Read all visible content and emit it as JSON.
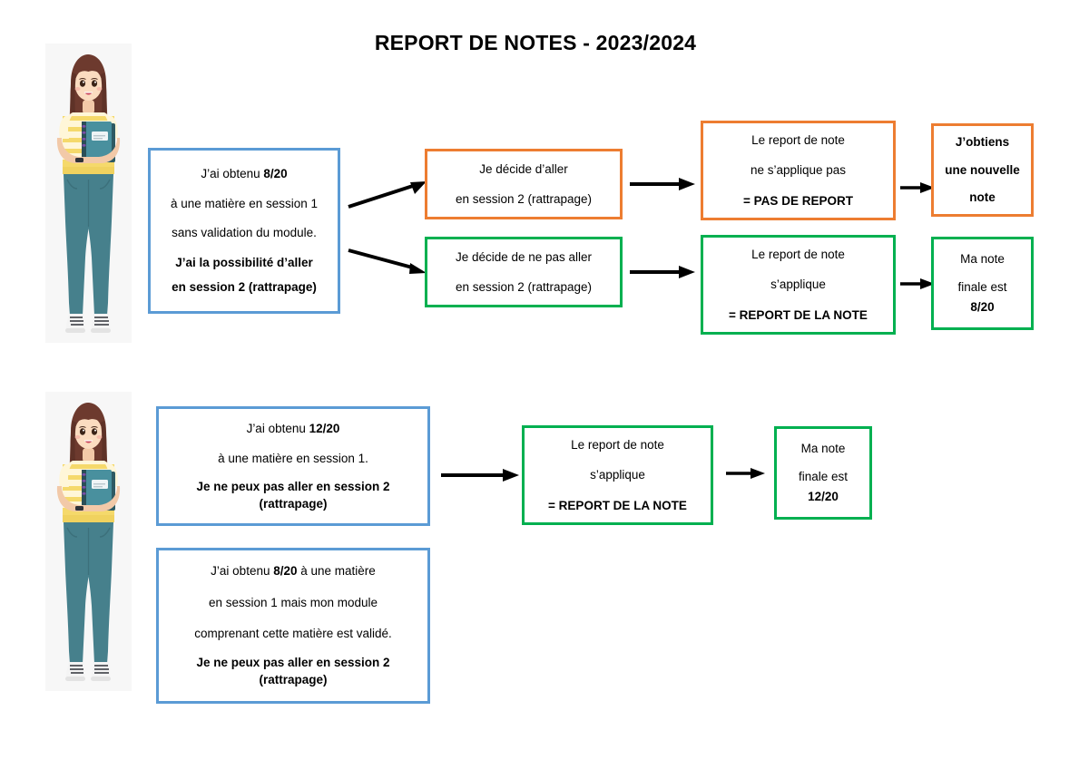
{
  "page": {
    "title": "REPORT DE NOTES - 2023/2024",
    "colors": {
      "blue": "#5B9BD5",
      "orange": "#ED7D31",
      "green": "#00B050",
      "arrow": "#000000",
      "background": "#FFFFFF"
    }
  },
  "illustrations": [
    {
      "name": "student-girl-illustration-top",
      "alt": "Jeune étudiante tenant un cahier"
    },
    {
      "name": "student-girl-illustration-bottom",
      "alt": "Jeune étudiante tenant un cahier"
    }
  ],
  "row1": {
    "start": {
      "border": "blue",
      "lines": [
        {
          "text": "J’ai obtenu ",
          "bold": false,
          "suffix": "8/20",
          "suffix_bold": true
        },
        {
          "text": "à une matière en session 1",
          "bold": false
        },
        {
          "text": "sans validation du module.",
          "bold": false
        },
        {
          "text": "J’ai la possibilité d’aller",
          "bold": true
        },
        {
          "text": "en session 2 (rattrapage)",
          "bold": true
        }
      ]
    },
    "branch_a": {
      "choice": {
        "border": "orange",
        "lines": [
          {
            "text": "Je décide d’aller",
            "bold": false
          },
          {
            "text": "en session 2 (rattrapage)",
            "bold": false
          }
        ]
      },
      "rule": {
        "border": "orange",
        "lines": [
          {
            "text": "Le report de note",
            "bold": false
          },
          {
            "text": "ne s’applique pas",
            "bold": false
          },
          {
            "text": "= PAS DE REPORT",
            "bold": true
          }
        ]
      },
      "result": {
        "border": "orange",
        "lines": [
          {
            "text": "J’obtiens",
            "bold": true
          },
          {
            "text": "une nouvelle",
            "bold": true
          },
          {
            "text": "note",
            "bold": true
          }
        ]
      }
    },
    "branch_b": {
      "choice": {
        "border": "green",
        "lines": [
          {
            "text": "Je décide de ne pas aller",
            "bold": false
          },
          {
            "text": "en session 2 (rattrapage)",
            "bold": false
          }
        ]
      },
      "rule": {
        "border": "green",
        "lines": [
          {
            "text": "Le report de note",
            "bold": false
          },
          {
            "text": "s’applique",
            "bold": false
          },
          {
            "text": "= REPORT DE LA NOTE",
            "bold": true
          }
        ]
      },
      "result": {
        "border": "green",
        "lines": [
          {
            "text": "Ma note",
            "bold": false
          },
          {
            "text": "finale est",
            "bold": false
          },
          {
            "text": "8/20",
            "bold": true
          }
        ]
      }
    }
  },
  "row2": {
    "start_a": {
      "border": "blue",
      "lines": [
        {
          "text": "J’ai obtenu ",
          "bold": false,
          "suffix": "12/20",
          "suffix_bold": true
        },
        {
          "text": "à une matière en session 1.",
          "bold": false
        },
        {
          "text": "Je ne peux pas aller en session 2",
          "bold": true
        },
        {
          "text": "(rattrapage)",
          "bold": true
        }
      ]
    },
    "start_b": {
      "border": "blue",
      "lines": [
        {
          "text": "J’ai obtenu ",
          "bold": false,
          "mid": "8/20",
          "mid_bold": true,
          "tail": " à une matière"
        },
        {
          "text": "en session 1 mais mon module",
          "bold": false
        },
        {
          "text": "comprenant cette matière est validé.",
          "bold": false
        },
        {
          "text": "Je ne peux pas aller en session 2",
          "bold": true
        },
        {
          "text": "(rattrapage)",
          "bold": true
        }
      ]
    },
    "rule": {
      "border": "green",
      "lines": [
        {
          "text": "Le report de note",
          "bold": false
        },
        {
          "text": "s’applique",
          "bold": false
        },
        {
          "text": "= REPORT DE LA NOTE",
          "bold": true
        }
      ]
    },
    "result": {
      "border": "green",
      "lines": [
        {
          "text": "Ma note",
          "bold": false
        },
        {
          "text": "finale est",
          "bold": false
        },
        {
          "text": "12/20",
          "bold": true
        }
      ]
    }
  },
  "arrows": [
    {
      "name": "arrow-start-to-choice-a",
      "direction": "up-right"
    },
    {
      "name": "arrow-start-to-choice-b",
      "direction": "down-right"
    },
    {
      "name": "arrow-choice-a-to-rule-a",
      "direction": "right"
    },
    {
      "name": "arrow-choice-b-to-rule-b",
      "direction": "right"
    },
    {
      "name": "arrow-rule-a-to-result-a",
      "direction": "right"
    },
    {
      "name": "arrow-rule-b-to-result-b",
      "direction": "right"
    },
    {
      "name": "arrow-start-to-rule-row2",
      "direction": "right"
    },
    {
      "name": "arrow-rule-to-result-row2",
      "direction": "right"
    }
  ]
}
